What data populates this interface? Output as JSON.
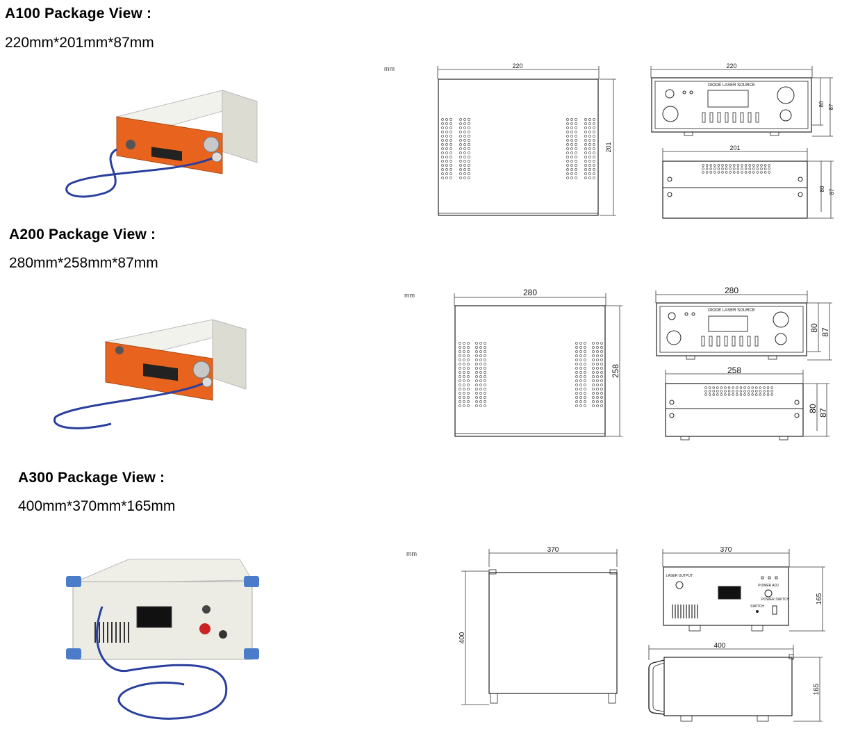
{
  "sections": [
    {
      "title": "A100 Package View :",
      "dims": "220mm*201mm*87mm",
      "unit": "mm",
      "top_width": "220",
      "top_depth": "201",
      "front_width": "220",
      "front_h1": "80",
      "front_h2": "87",
      "panel_title": "DIODE LASER SOURCE",
      "side_width": "201",
      "side_h1": "80",
      "side_h2": "87"
    },
    {
      "title": "A200 Package View :",
      "dims": "280mm*258mm*87mm",
      "unit": "mm",
      "top_width": "280",
      "top_depth": "258",
      "front_width": "280",
      "front_h1": "80",
      "front_h2": "87",
      "panel_title": "DIODE LASER SOURCE",
      "side_width": "258",
      "side_h1": "80",
      "side_h2": "87"
    },
    {
      "title": "A300 Package View :",
      "dims": "400mm*370mm*165mm",
      "unit": "mm",
      "top_width": "370",
      "top_depth": "400",
      "front_width": "370",
      "front_h": "165",
      "side_width": "400",
      "side_h": "165",
      "front_labels": {
        "laser_output": "LASER OUTPUT",
        "power_adj": "POWER ADJ",
        "switch": "SWITCH",
        "power_switch": "POWER SWITCH"
      }
    }
  ],
  "colors": {
    "panel_orange": "#e8641e",
    "case_white": "#ecece4",
    "fiber_blue": "#2a3f9e",
    "blue_corner": "#4a7cc9"
  }
}
